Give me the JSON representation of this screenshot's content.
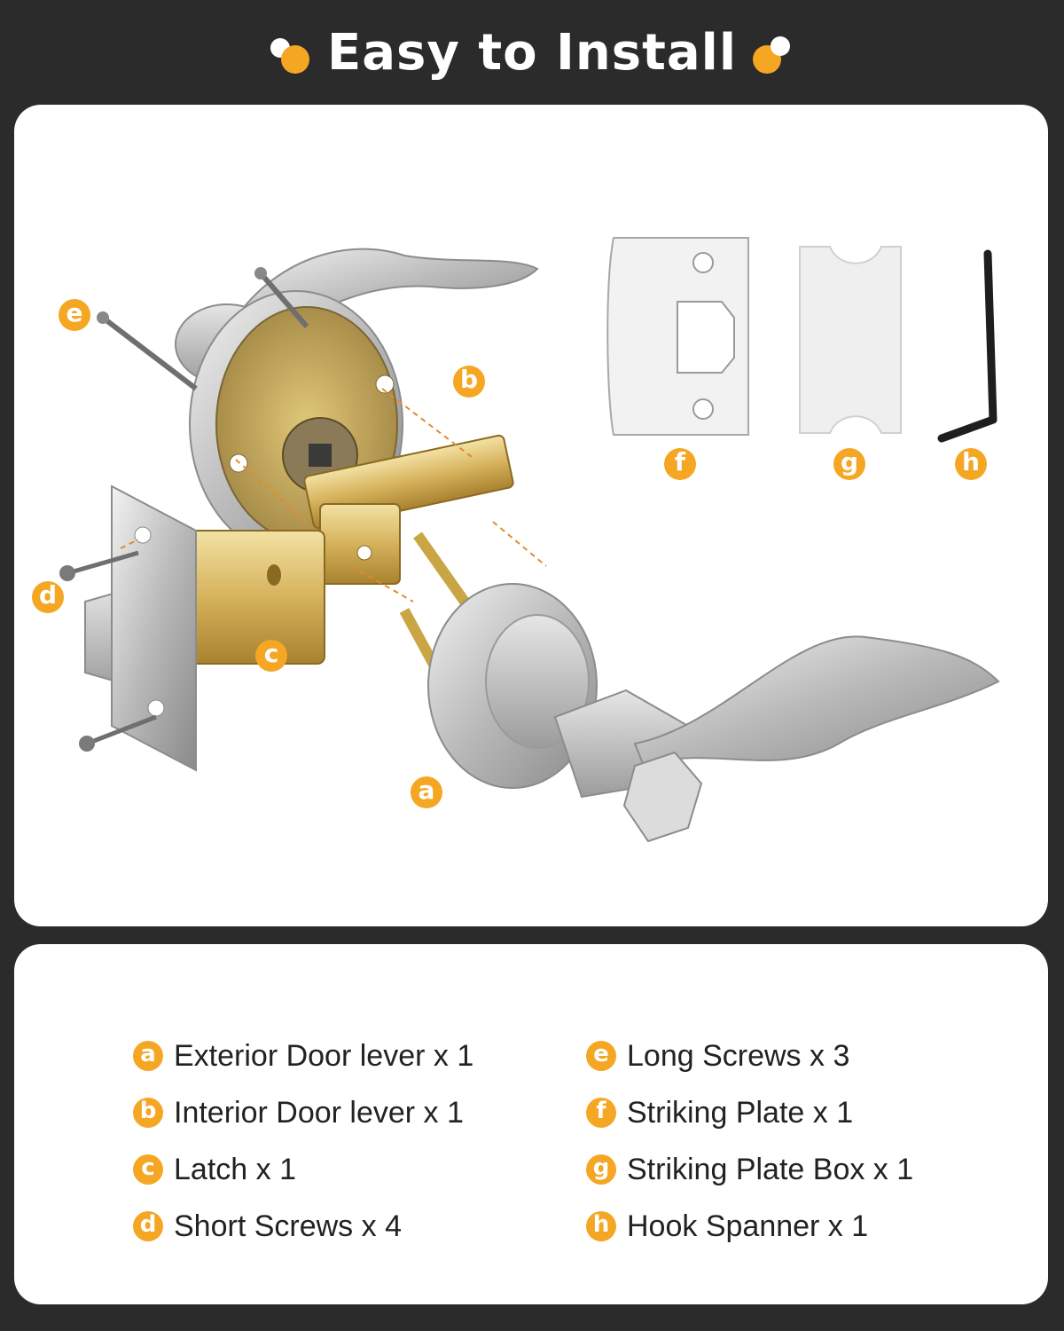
{
  "title": "Easy to Install",
  "colors": {
    "accent": "#f5a623",
    "background": "#2b2b2b",
    "panel": "#ffffff"
  },
  "callouts": {
    "a": "a",
    "b": "b",
    "c": "c",
    "d": "d",
    "e": "e",
    "f": "f",
    "g": "g",
    "h": "h"
  },
  "parts": [
    {
      "badge": "a",
      "label": "Exterior Door lever x 1"
    },
    {
      "badge": "b",
      "label": "Interior Door lever x 1"
    },
    {
      "badge": "c",
      "label": "Latch x 1"
    },
    {
      "badge": "d",
      "label": "Short Screws x 4"
    },
    {
      "badge": "e",
      "label": "Long Screws x 3"
    },
    {
      "badge": "f",
      "label": "Striking Plate x 1"
    },
    {
      "badge": "g",
      "label": "Striking Plate Box x 1"
    },
    {
      "badge": "h",
      "label": "Hook Spanner x 1"
    }
  ]
}
